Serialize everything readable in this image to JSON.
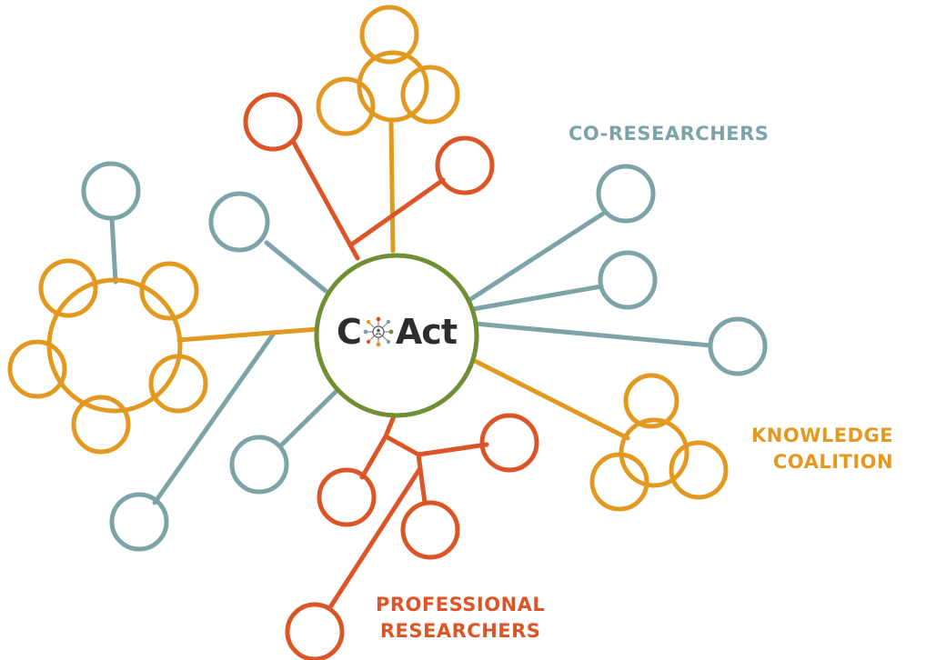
{
  "labels": {
    "co_researchers": "CO-RESEARCHERS",
    "knowledge_coalition_line1": "KNOWLEDGE",
    "knowledge_coalition_line2": "COALITION",
    "professional_researchers_line1": "PROFESSIONAL",
    "professional_researchers_line2": "RESEARCHERS"
  },
  "logo": {
    "prefix": "C",
    "suffix": "Act",
    "icon": "network-person-icon"
  },
  "colors": {
    "co_researchers": "#7ca3a8",
    "knowledge_coalition": "#e3981f",
    "professional_researchers": "#dc5526",
    "hub_ring": "#6f8f35",
    "logo_text": "#2d2d2d"
  }
}
